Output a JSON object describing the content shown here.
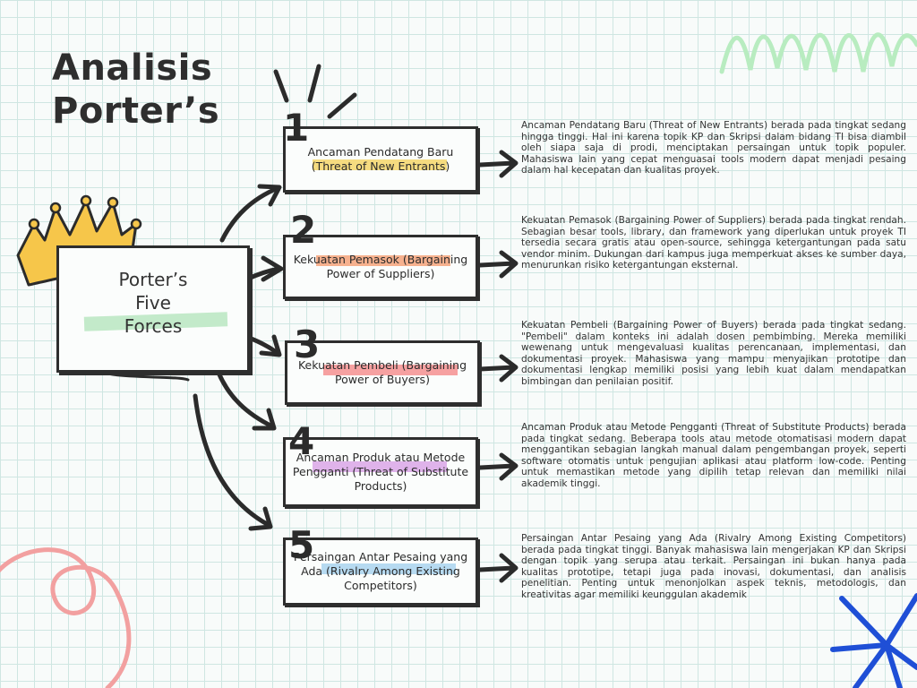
{
  "title": {
    "line1": "Analisis",
    "line2": "Porter’s"
  },
  "center": {
    "line1": "Porter’s",
    "line2": "Five",
    "line3": "Forces"
  },
  "forces": [
    {
      "number": "1",
      "label": "Ancaman Pendatang Baru (Threat of New Entrants)",
      "highlight_color": "#f5d66a",
      "description": "Ancaman Pendatang Baru (Threat of New Entrants) berada pada tingkat sedang hingga tinggi. Hal ini karena topik KP dan Skripsi dalam bidang TI bisa diambil oleh siapa saja di prodi, menciptakan persaingan untuk topik populer. Mahasiswa lain yang cepat menguasai tools modern dapat menjadi pesaing dalam hal kecepatan dan kualitas proyek."
    },
    {
      "number": "2",
      "label": "Kekuatan Pemasok (Bargaining Power of Suppliers)",
      "highlight_color": "#f4a37a",
      "description": "Kekuatan Pemasok (Bargaining Power of Suppliers) berada pada tingkat rendah. Sebagian besar tools, library, dan framework yang diperlukan untuk proyek TI tersedia secara gratis atau open-source, sehingga ketergantungan pada satu vendor minim. Dukungan dari kampus juga memperkuat akses ke sumber daya, menurunkan risiko ketergantungan eksternal."
    },
    {
      "number": "3",
      "label": "Kekuatan Pembeli (Bargaining Power of Buyers)",
      "highlight_color": "#f59090",
      "description": "Kekuatan Pembeli (Bargaining Power of Buyers) berada pada tingkat sedang. \"Pembeli\" dalam konteks ini adalah dosen pembimbing. Mereka memiliki wewenang untuk mengevaluasi kualitas perencanaan, implementasi, dan dokumentasi proyek. Mahasiswa yang mampu menyajikan prototipe dan dokumentasi lengkap memiliki posisi yang lebih kuat dalam mendapatkan bimbingan dan penilaian positif."
    },
    {
      "number": "4",
      "label": "Ancaman Produk atau Metode Pengganti (Threat of Substitute Products)",
      "highlight_color": "#d9a6e6",
      "description": "Ancaman Produk atau Metode Pengganti (Threat of Substitute Products) berada pada tingkat sedang. Beberapa tools atau metode otomatisasi modern dapat menggantikan sebagian langkah manual dalam pengembangan proyek, seperti software otomatis untuk pengujian aplikasi atau platform low-code. Penting untuk memastikan metode yang dipilih tetap relevan dan memiliki nilai akademik tinggi."
    },
    {
      "number": "5",
      "label": "Persaingan Antar Pesaing yang Ada (Rivalry Among Existing Competitors)",
      "highlight_color": "#a9d4ee",
      "description": "Persaingan Antar Pesaing yang Ada (Rivalry Among Existing Competitors) berada pada tingkat tinggi. Banyak mahasiswa lain mengerjakan KP dan Skripsi dengan topik yang serupa atau terkait. Persaingan ini bukan hanya pada kualitas prototipe, tetapi juga pada inovasi, dokumentasi, dan analisis penelitian. Penting untuk menonjolkan aspek teknis, metodologis, dan kreativitas agar memiliki keunggulan akademik"
    }
  ],
  "colors": {
    "crown": "#f6c64a",
    "center_highlight": "#bde8c4",
    "squiggle_green": "#b8ecc0",
    "swirl_pink": "#f2a0a0",
    "star_blue": "#1f4fd6"
  },
  "icons": [
    "crown-icon",
    "scribble-icon",
    "burst-lines-icon",
    "squiggle-icon",
    "swirl-icon",
    "star-burst-icon"
  ]
}
